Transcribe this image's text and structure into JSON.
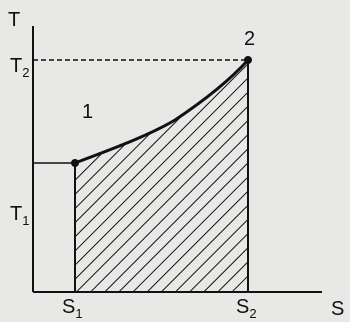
{
  "diagram": {
    "axes": {
      "y_label": "T",
      "x_label": "S"
    },
    "y_ticks": [
      {
        "main": "T",
        "sub": "2"
      },
      {
        "main": "T",
        "sub": "1"
      }
    ],
    "x_ticks": [
      {
        "main": "S",
        "sub": "1"
      },
      {
        "main": "S",
        "sub": "2"
      }
    ],
    "points": [
      {
        "label": "1"
      },
      {
        "label": "2"
      }
    ],
    "colors": {
      "background": "#e8e8e6",
      "ink": "#111111"
    }
  }
}
